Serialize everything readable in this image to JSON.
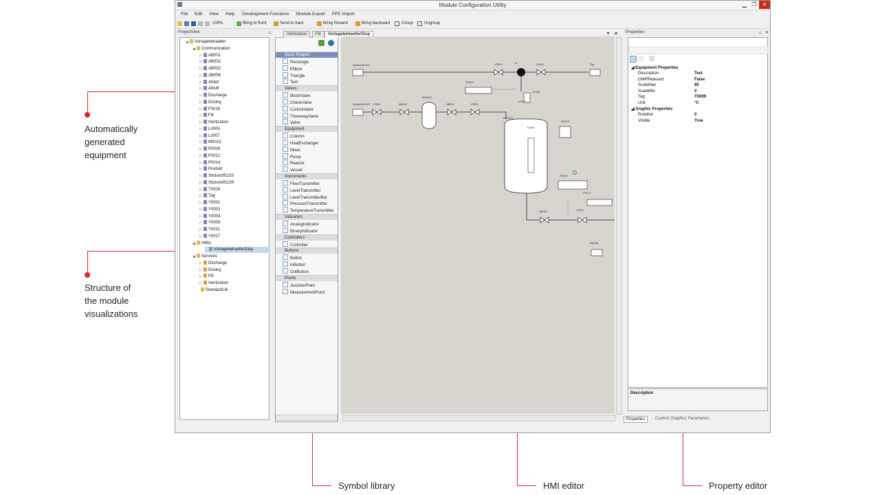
{
  "window": {
    "title": "Module Configuration Utility"
  },
  "menu": [
    "File",
    "Edit",
    "View",
    "Help",
    "Development Functions",
    "Module Export",
    "PFE Import"
  ],
  "toolbar": {
    "zoom": "100%",
    "bring_to_front": "Bring to front",
    "send_to_back": "Send to back",
    "bring_forward": "Bring forward",
    "bring_backward": "Bring backward",
    "group": "Group",
    "ungroup": "Ungroup"
  },
  "project_view": {
    "title": "ProjectView",
    "root": "Vorlagebehaelter",
    "communication": "Communication",
    "equipment": [
      "AB001",
      "AB002",
      "AB052",
      "AB056",
      "Abfall",
      "Abluft",
      "Discharge",
      "Dosing",
      "F0016",
      "Fill",
      "Inertization",
      "L0005",
      "L0007",
      "M0013",
      "P0009",
      "P0012",
      "P0014",
      "Produkt",
      "Stickstoff1153",
      "Stickstoff1154",
      "T0009",
      "Tag",
      "Y0001",
      "Y0003",
      "Y0004",
      "Y0006",
      "Y0011",
      "Y0017"
    ],
    "hmis": "HMIs",
    "hmi_item": "VorlagebehaelterDisp",
    "services": "Services",
    "service_items": [
      "Discharge",
      "Dosing",
      "Fill",
      "Inertization"
    ],
    "stdlib": "StandardLib"
  },
  "tabs": [
    "Inertization",
    "Fill",
    "VorlagebehaelterDisp"
  ],
  "symbol_library": [
    {
      "category": "Basic Shapes",
      "items": [
        "Rectangle",
        "Ellipse",
        "Triangle",
        "Text"
      ]
    },
    {
      "category": "Valves",
      "items": [
        "BlockValve",
        "CheckValve",
        "ControlValve",
        "ThreewayValve",
        "Valve"
      ]
    },
    {
      "category": "Equipment",
      "items": [
        "Column",
        "HeatExchanger",
        "Mixer",
        "Pump",
        "Reactor",
        "Vessel"
      ]
    },
    {
      "category": "Instruments",
      "items": [
        "FlowTransmitter",
        "LevelTransmitter",
        "LevelTransmitterBar",
        "PressureTransmitter",
        "TemperatureTransmitter"
      ]
    },
    {
      "category": "Indicators",
      "items": [
        "AnalogIndicator",
        "BinaryIndicator"
      ]
    },
    {
      "category": "Controllers",
      "items": [
        "Controller"
      ]
    },
    {
      "category": "Buttons",
      "items": [
        "Button",
        "InButton",
        "OutButton"
      ]
    },
    {
      "category": "Points",
      "items": [
        "JunctionPoint",
        "MeasurementPoint"
      ]
    }
  ],
  "hmi_labels": {
    "n1": "Stickstoff1154",
    "v1": "Y0004",
    "j1": "J1",
    "v2": "Y0006",
    "tag": "Tag",
    "p9": "P0009",
    "n2": "Stickstoff1153",
    "v3": "Y0001",
    "a2": "AB002",
    "b1": "BA0001",
    "a1": "AB001",
    "v4": "Y0003",
    "b2": "BA0001",
    "l5": "L0005",
    "m13": "M0013",
    "f16": "F0016",
    "t9": "T0009",
    "p12": "P0012",
    "a52": "AB052",
    "v11": "Y0011",
    "a56": "AB056",
    "l7": "L0007"
  },
  "properties": {
    "title": "Properties",
    "group1": "Equipment Properties",
    "rows1": [
      {
        "name": "Description",
        "value": "Text"
      },
      {
        "name": "GMPRelevant",
        "value": "False"
      },
      {
        "name": "ScaleMax",
        "value": "80"
      },
      {
        "name": "ScaleMin",
        "value": "0"
      },
      {
        "name": "Tag",
        "value": "T0009"
      },
      {
        "name": "Unit",
        "value": "°C"
      }
    ],
    "group2": "Graphic Properties",
    "rows2": [
      {
        "name": "Rotation",
        "value": "0"
      },
      {
        "name": "Visible",
        "value": "True"
      }
    ],
    "desc_label": "Description",
    "tab_props": "Properties",
    "tab_custom": "Custom Graphics Parameters"
  },
  "annotations": {
    "auto_equipment": [
      "Automatically",
      "generated",
      "equipment"
    ],
    "structure": [
      "Structure of",
      "the module",
      "visualizations"
    ],
    "symbol_library": "Symbol library",
    "hmi_editor": "HMI editor",
    "property_editor": "Property editor"
  },
  "colors": {
    "accent": "#d9272e",
    "canvas": "#d8d4ce",
    "selection": "#c8d8ec"
  }
}
